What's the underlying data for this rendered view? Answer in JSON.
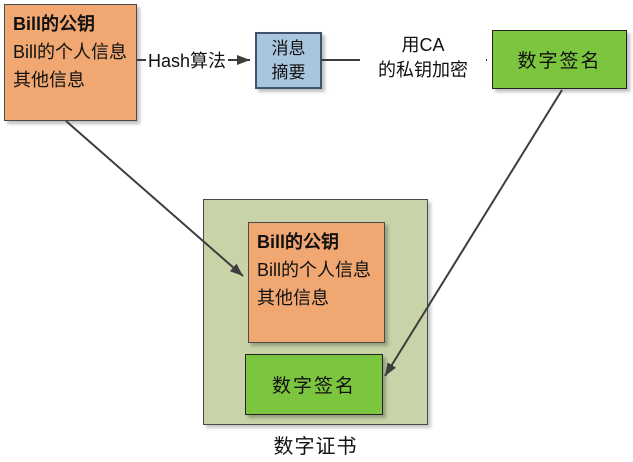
{
  "top": {
    "info_box": {
      "title": "Bill的公钥",
      "line2": "Bill的个人信息",
      "line3": "其他信息"
    },
    "hash_label": "Hash算法",
    "digest_box": {
      "line1": "消息",
      "line2": "摘要"
    },
    "encrypt_label": {
      "line1": "用CA",
      "line2": "的私钥加密"
    },
    "signature_box": "数字签名"
  },
  "certificate": {
    "info_box": {
      "title": "Bill的公钥",
      "line2": "Bill的个人信息",
      "line3": "其他信息"
    },
    "signature_box": "数字签名",
    "caption": "数字证书"
  },
  "colors": {
    "info_box_fill": "#F1A772",
    "digest_box_fill": "#A9C6DF",
    "signature_box_fill": "#7CC53E",
    "certificate_fill": "#C9D3A8",
    "arrow": "#3d3d3d",
    "background": "#FFFFFF"
  }
}
